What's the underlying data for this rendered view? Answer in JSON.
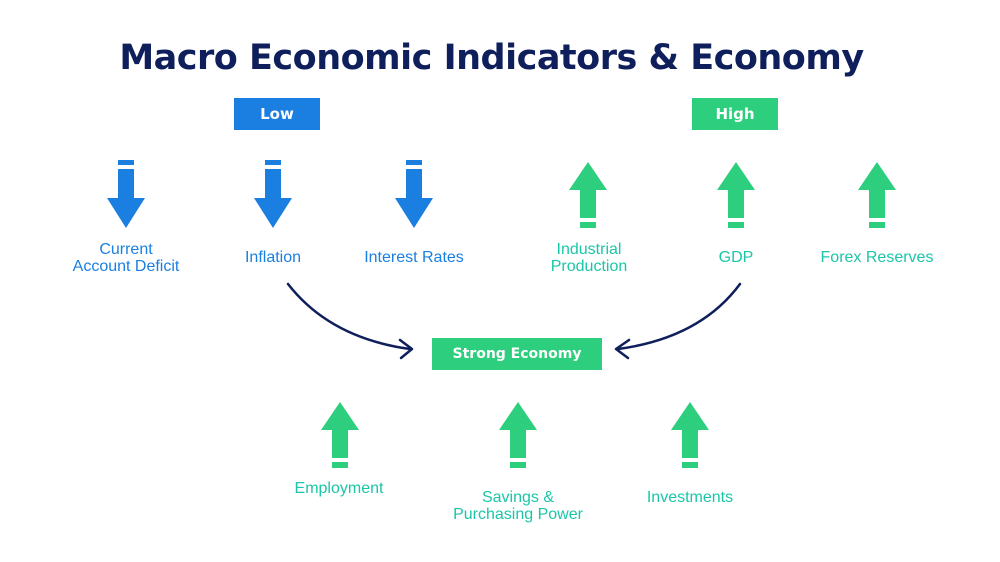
{
  "title": "Macro Economic Indicators & Economy",
  "badges": {
    "low": "Low",
    "high": "High",
    "center": "Strong Economy"
  },
  "low_indicators": [
    {
      "label": "Current\nAccount Deficit",
      "direction": "down",
      "icon": "arrow-down-icon"
    },
    {
      "label": "Inflation",
      "direction": "down",
      "icon": "arrow-down-icon"
    },
    {
      "label": "Interest Rates",
      "direction": "down",
      "icon": "arrow-down-icon"
    }
  ],
  "high_indicators": [
    {
      "label": "Industrial\nProduction",
      "direction": "up",
      "icon": "arrow-up-icon"
    },
    {
      "label": "GDP",
      "direction": "up",
      "icon": "arrow-up-icon"
    },
    {
      "label": "Forex Reserves",
      "direction": "up",
      "icon": "arrow-up-icon"
    }
  ],
  "outcomes": [
    {
      "label": "Employment",
      "direction": "up",
      "icon": "arrow-up-icon"
    },
    {
      "label": "Savings &\nPurchasing Power",
      "direction": "up",
      "icon": "arrow-up-icon"
    },
    {
      "label": "Investments",
      "direction": "up",
      "icon": "arrow-up-icon"
    }
  ],
  "colors": {
    "title": "#0e1f5b",
    "low": "#1a7fe0",
    "high": "#2dcf7e",
    "label_high": "#1bc6a8",
    "connector": "#0e1f5b"
  }
}
